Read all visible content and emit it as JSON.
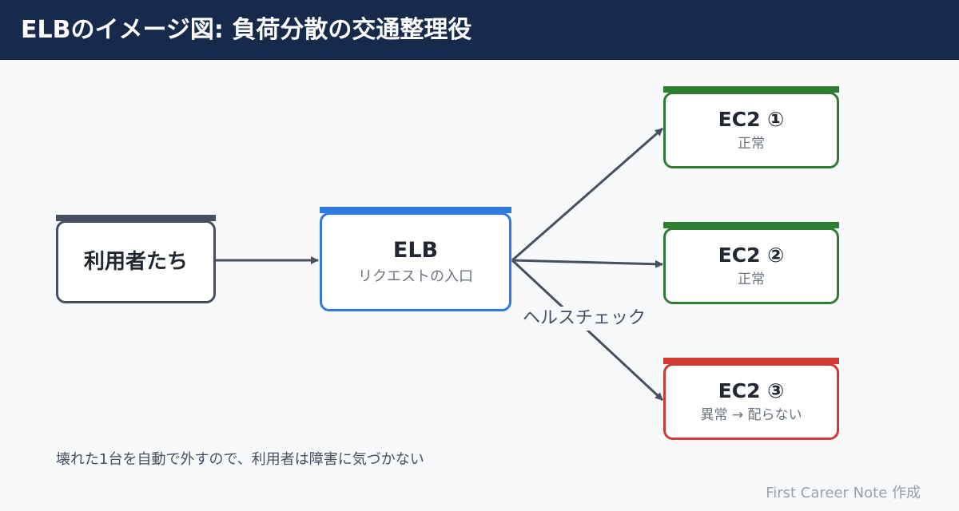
{
  "header": {
    "title": "ELBのイメージ図: 負荷分散の交通整理役"
  },
  "nodes": {
    "users": {
      "label": "利用者たち"
    },
    "elb": {
      "label": "ELB",
      "sublabel": "リクエストの入口"
    },
    "ec2_1": {
      "label": "EC2 ①",
      "sublabel": "正常",
      "status_color": "#2e7d32"
    },
    "ec2_2": {
      "label": "EC2 ②",
      "sublabel": "正常",
      "status_color": "#2e7d32"
    },
    "ec2_3": {
      "label": "EC2 ③",
      "sublabel": "異常 → 配らない",
      "status_color": "#d13a30"
    }
  },
  "edges": {
    "health_check_label": "ヘルスチェック"
  },
  "footer": {
    "note": "壊れた1台を自動で外すので、利用者は障害に気づかない",
    "credit": "First Career Note 作成"
  },
  "colors": {
    "header_bg": "#182a4c",
    "elb_accent": "#2d7be0",
    "healthy": "#2e7d32",
    "unhealthy": "#d13a30",
    "neutral": "#475061"
  }
}
